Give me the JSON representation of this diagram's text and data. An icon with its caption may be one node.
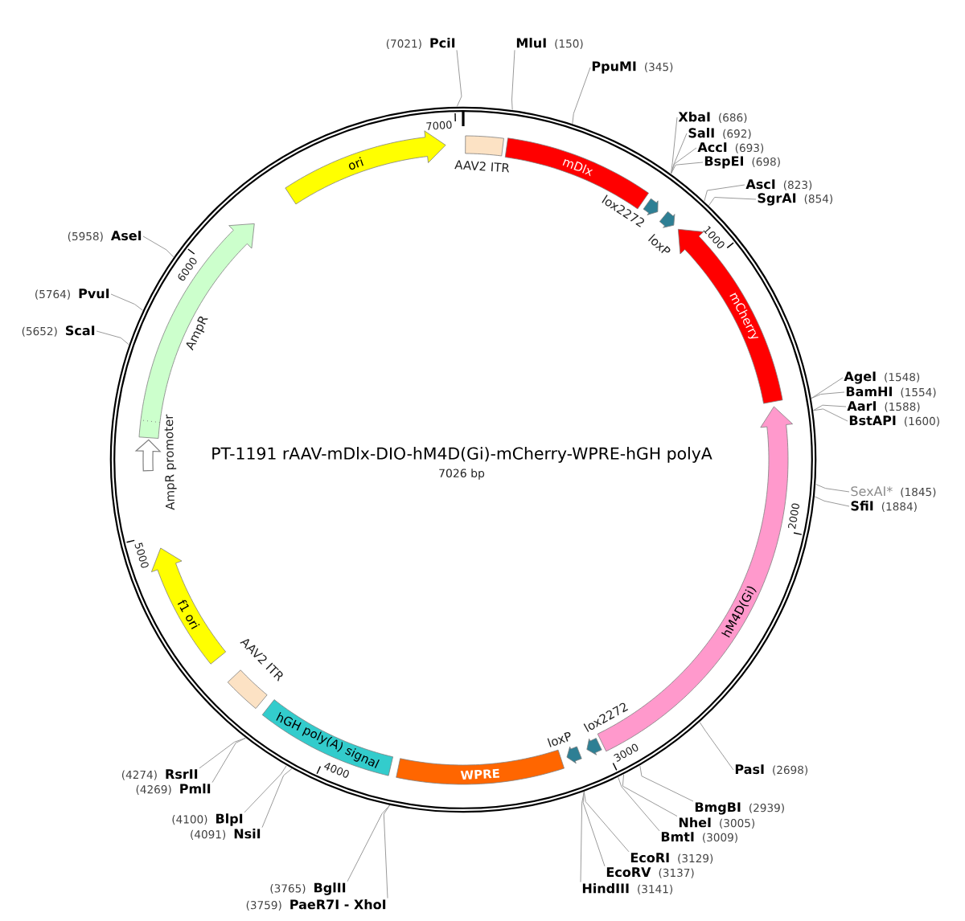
{
  "diagram": {
    "title": "PT-1191 rAAV-mDlx-DIO-hM4D(Gi)-mCherry-WPRE-hGH polyA",
    "nodes": [
      {
        "text": [],
        "shape": "circle"
      },
      {
        "text": [
          "AAV2 ITR"
        ],
        "in": 0
      },
      {
        "text": [
          "mDlx"
        ],
        "in": 0
      },
      {
        "text": [
          "lox2272"
        ],
        "in": 0
      },
      {
        "text": [
          "loxP"
        ],
        "in": 0
      },
      {
        "text": [
          "mCherry"
        ],
        "in": 0
      },
      {
        "text": [
          "hM4D(Gi)"
        ],
        "in": 0
      },
      {
        "text": [
          "lox2272"
        ],
        "in": 0
      },
      {
        "text": [
          "loxP"
        ],
        "in": 0
      },
      {
        "text": [
          "WPRE"
        ],
        "in": 0
      },
      {
        "text": [
          "hGH poly(A) signal"
        ],
        "in": 0
      },
      {
        "text": [
          "AAV2 ITR"
        ],
        "in": 0
      },
      {
        "text": [
          "f1 ori"
        ],
        "in": 0
      },
      {
        "text": [
          "AmpR promoter"
        ],
        "in": 0
      },
      {
        "text": [
          "AmpR"
        ],
        "in": 0
      },
      {
        "text": [
          "ori"
        ],
        "in": 0
      },
      {
        "text": [
          "(7021)",
          "PciI"
        ]
      },
      {
        "text": [
          "MluI",
          "(150)"
        ]
      },
      {
        "text": [
          "PpuMI",
          "(345)"
        ]
      },
      {
        "text": [
          "XbaI",
          "(686)"
        ]
      },
      {
        "text": [
          "SalI",
          "(692)"
        ]
      },
      {
        "text": [
          "AccI",
          "(693)"
        ]
      },
      {
        "text": [
          "BspEI",
          "(698)"
        ]
      },
      {
        "text": [
          "AscI",
          "(823)"
        ]
      },
      {
        "text": [
          "SgrAI",
          "(854)"
        ]
      },
      {
        "text": [
          "AgeI",
          "(1548)"
        ]
      },
      {
        "text": [
          "BamHI",
          "(1554)"
        ]
      },
      {
        "text": [
          "AarI",
          "(1588)"
        ]
      },
      {
        "text": [
          "BstAPI",
          "(1600)"
        ]
      },
      {
        "text": [
          "SexAI*",
          "(1845)"
        ]
      },
      {
        "text": [
          "SfiI",
          "(1884)"
        ]
      },
      {
        "text": [
          "PasI",
          "(2698)"
        ]
      },
      {
        "text": [
          "BmgBI",
          "(2939)"
        ]
      },
      {
        "text": [
          "NheI",
          "(3005)"
        ]
      },
      {
        "text": [
          "BmtI",
          "(3009)"
        ]
      },
      {
        "text": [
          "EcoRI",
          "(3129)"
        ]
      },
      {
        "text": [
          "EcoRV",
          "(3137)"
        ]
      },
      {
        "text": [
          "HindIII",
          "(3141)"
        ]
      },
      {
        "text": [
          "(3765)",
          "BglII"
        ]
      },
      {
        "text": [
          "(3759)",
          "PaeR7I - XhoI"
        ]
      },
      {
        "text": [
          "(4100)",
          "BlpI"
        ]
      },
      {
        "text": [
          "(4091)",
          "NsiI"
        ]
      },
      {
        "text": [
          "(4274)",
          "RsrII"
        ]
      },
      {
        "text": [
          "(4269)",
          "PmlI"
        ]
      },
      {
        "text": [
          "(5652)",
          "ScaI"
        ]
      },
      {
        "text": [
          "(5764)",
          "PvuI"
        ]
      },
      {
        "text": [
          "(5958)",
          "AseI"
        ]
      }
    ],
    "edges": [
      {
        "from": 16,
        "to": 0,
        "arrow": "none"
      },
      {
        "from": 17,
        "to": 0,
        "arrow": "none"
      },
      {
        "from": 18,
        "to": 0,
        "arrow": "none"
      },
      {
        "from": 19,
        "to": 0,
        "arrow": "none"
      },
      {
        "from": 20,
        "to": 0,
        "arrow": "none"
      },
      {
        "from": 21,
        "to": 0,
        "arrow": "none"
      },
      {
        "from": 22,
        "to": 0,
        "arrow": "none"
      },
      {
        "from": 23,
        "to": 0,
        "arrow": "none"
      },
      {
        "from": 24,
        "to": 0,
        "arrow": "none"
      },
      {
        "from": 25,
        "to": 0,
        "arrow": "none"
      },
      {
        "from": 26,
        "to": 0,
        "arrow": "none"
      },
      {
        "from": 27,
        "to": 0,
        "arrow": "none"
      },
      {
        "from": 28,
        "to": 0,
        "arrow": "none"
      },
      {
        "from": 29,
        "to": 0,
        "arrow": "none"
      },
      {
        "from": 30,
        "to": 0,
        "arrow": "none"
      },
      {
        "from": 31,
        "to": 0,
        "arrow": "none"
      },
      {
        "from": 32,
        "to": 0,
        "arrow": "none"
      },
      {
        "from": 33,
        "to": 0,
        "arrow": "none"
      },
      {
        "from": 34,
        "to": 0,
        "arrow": "none"
      },
      {
        "from": 35,
        "to": 0,
        "arrow": "none"
      },
      {
        "from": 36,
        "to": 0,
        "arrow": "none"
      },
      {
        "from": 37,
        "to": 0,
        "arrow": "none"
      },
      {
        "from": 38,
        "to": 0,
        "arrow": "none"
      },
      {
        "from": 39,
        "to": 0,
        "arrow": "none"
      },
      {
        "from": 40,
        "to": 0,
        "arrow": "none"
      },
      {
        "from": 41,
        "to": 0,
        "arrow": "none"
      },
      {
        "from": 42,
        "to": 0,
        "arrow": "none"
      },
      {
        "from": 43,
        "to": 0,
        "arrow": "none"
      },
      {
        "from": 44,
        "to": 0,
        "arrow": "none"
      },
      {
        "from": 45,
        "to": 0,
        "arrow": "none"
      },
      {
        "from": 46,
        "to": 0,
        "arrow": "none"
      }
    ],
    "labels": [
      "7026 bp",
      "1000",
      "2000",
      "3000",
      "4000",
      "5000",
      "6000",
      "7000"
    ]
  }
}
